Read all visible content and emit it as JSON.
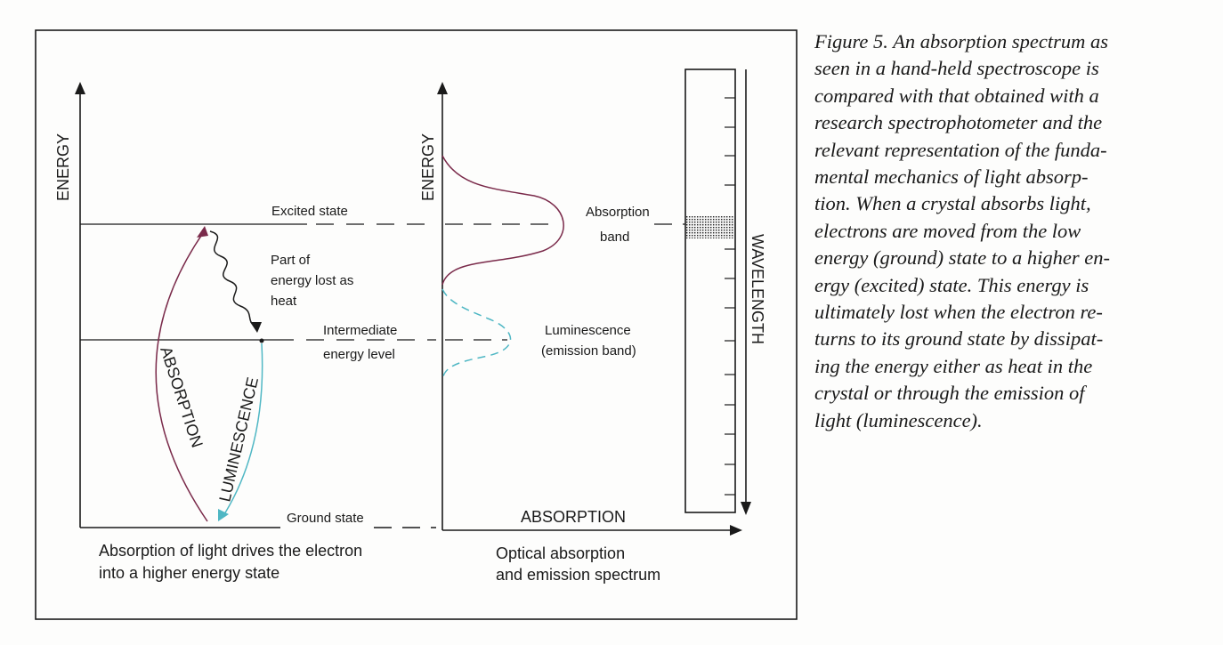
{
  "diagram": {
    "left_axis_label": "ENERGY",
    "levels": {
      "excited": "Excited state",
      "intermediate": [
        "Intermediate",
        "energy level"
      ],
      "ground": "Ground state"
    },
    "heat_label": [
      "Part of",
      "energy lost as",
      "heat"
    ],
    "absorption_arrow_label": "ABSORPTION",
    "luminescence_arrow_label": "LUMINESCENCE",
    "left_panel_caption": [
      "Absorption of light drives the electron",
      "into a higher energy state"
    ],
    "right_axis_y_label": "ENERGY",
    "right_axis_x_label": "ABSORPTION",
    "absorption_band_label": [
      "Absorption",
      "band"
    ],
    "emission_band_label": [
      "Luminescence",
      "(emission band)"
    ],
    "right_panel_caption": [
      "Optical absorption",
      "and emission spectrum"
    ],
    "wavelength_label": "WAVELENGTH",
    "colors": {
      "absorption_curve": "#7a2a4a",
      "luminescence_curve": "#4fb7c4",
      "lines": "#1a1a1a"
    }
  },
  "caption_lines": [
    "Figure 5. An absorption spectrum as",
    "seen in a hand-held spectroscope is",
    "compared with that obtained with a",
    "research spectrophotometer and the",
    "relevant representation of the funda-",
    "mental mechanics of light absorp-",
    "tion. When a crystal absorbs light,",
    "electrons are moved from the low",
    "energy (ground) state to a higher en-",
    "ergy (excited) state. This energy is",
    "ultimately lost when the electron re-",
    "turns to its ground state by dissipat-",
    "ing the energy either as heat in the",
    "crystal or through the emission of",
    "light (luminescence)."
  ]
}
